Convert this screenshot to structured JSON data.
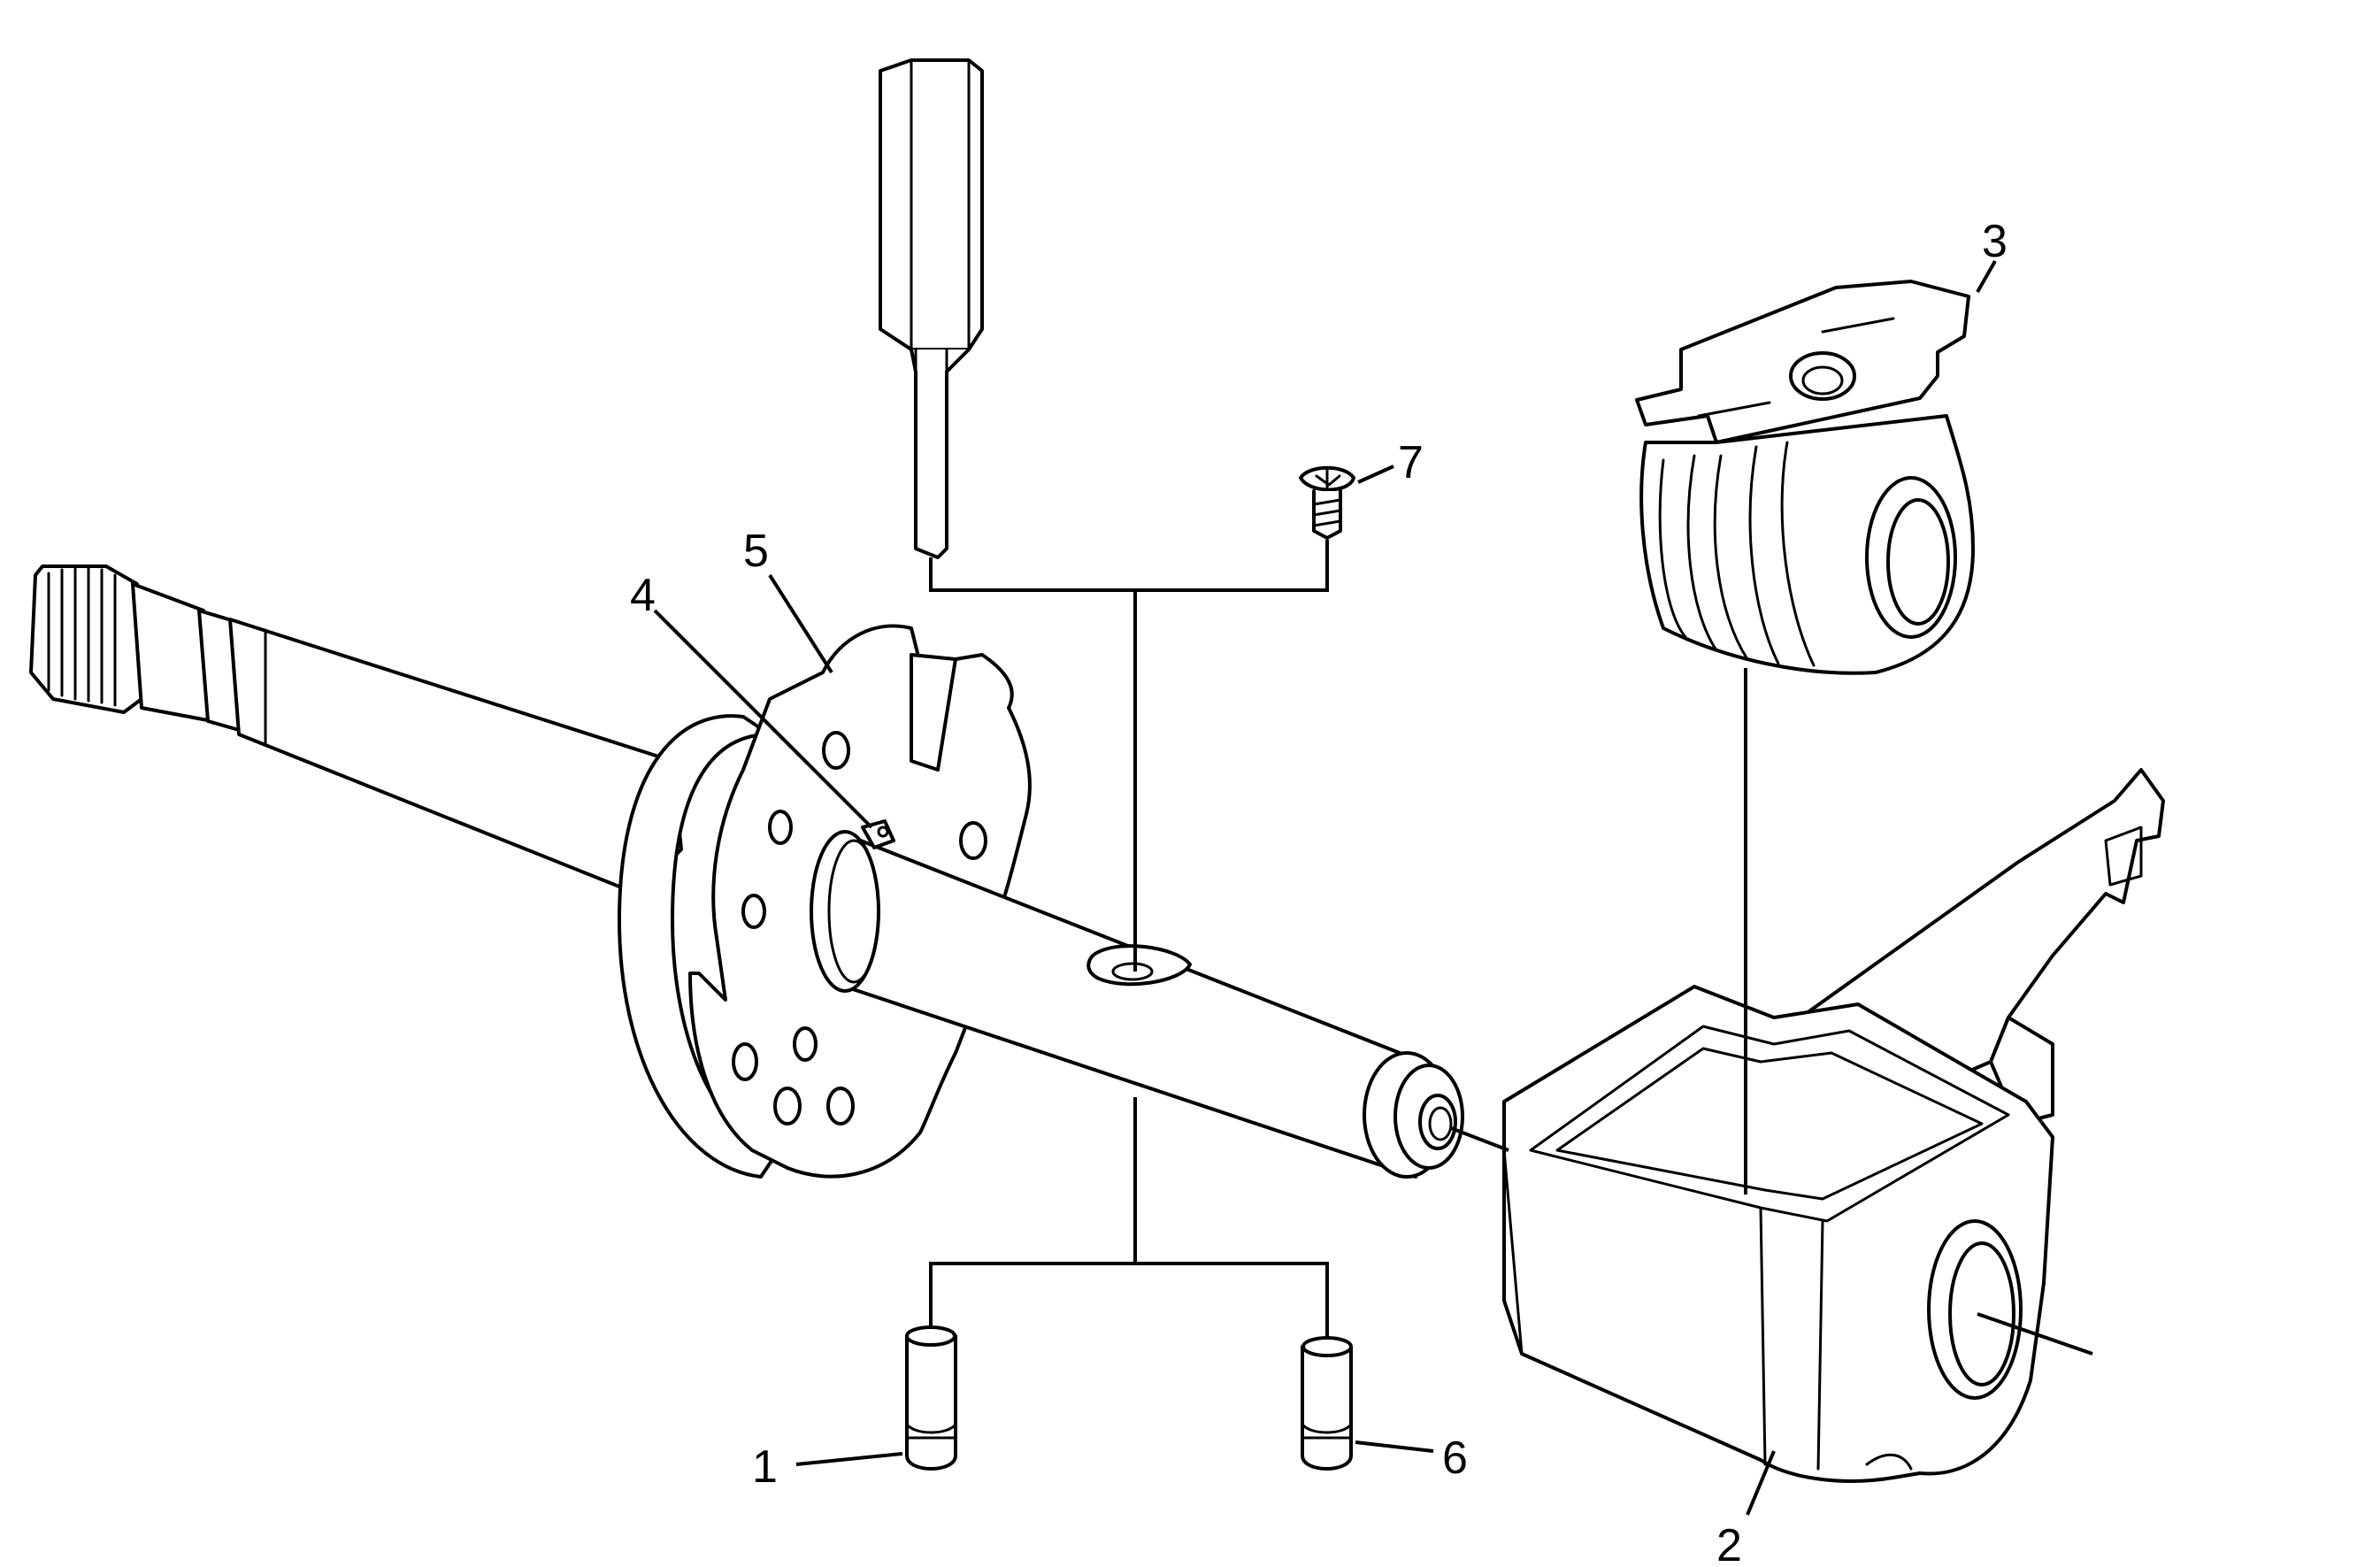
{
  "diagram": {
    "type": "exploded-parts-illustration",
    "callouts": [
      {
        "id": "1",
        "label": "1"
      },
      {
        "id": "2",
        "label": "2"
      },
      {
        "id": "3",
        "label": "3"
      },
      {
        "id": "4",
        "label": "4"
      },
      {
        "id": "5",
        "label": "5"
      },
      {
        "id": "6",
        "label": "6"
      },
      {
        "id": "7",
        "label": "7"
      }
    ]
  }
}
